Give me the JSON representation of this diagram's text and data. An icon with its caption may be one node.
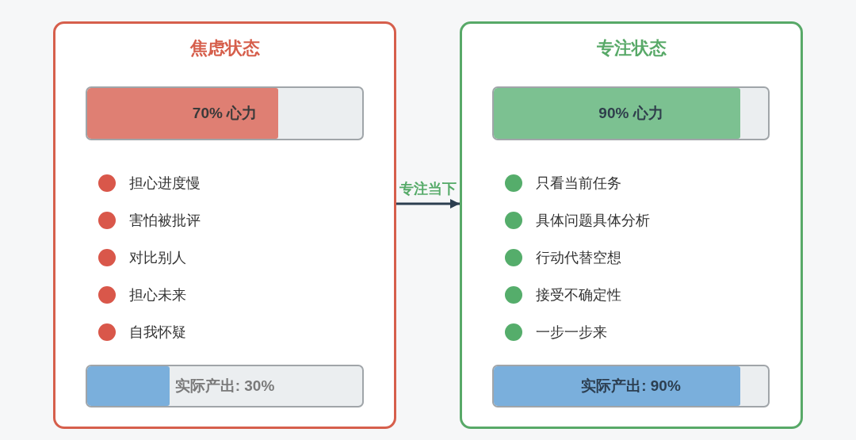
{
  "diagram": {
    "nodes": [
      {
        "text": [
          "焦虑状态"
        ]
      },
      {
        "text": [
          "70% 心力"
        ],
        "in": 0
      },
      {
        "text": [
          "实际产出: 30%"
        ],
        "in": 0
      },
      {
        "text": [
          "专注状态"
        ]
      },
      {
        "text": [
          "90% 心力"
        ],
        "in": 3
      },
      {
        "text": [
          "实际产出: 90%"
        ],
        "in": 3
      }
    ],
    "edges": [
      {
        "from": 0,
        "to": 3,
        "arrow": "to",
        "label": "专注当下"
      }
    ],
    "labels": [
      "担心进度慢",
      "害怕被批评",
      "对比别人",
      "担心未来",
      "自我怀疑",
      "只看当前任务",
      "具体问题具体分析",
      "行动代替空想",
      "接受不确定性",
      "一步一步来"
    ]
  }
}
